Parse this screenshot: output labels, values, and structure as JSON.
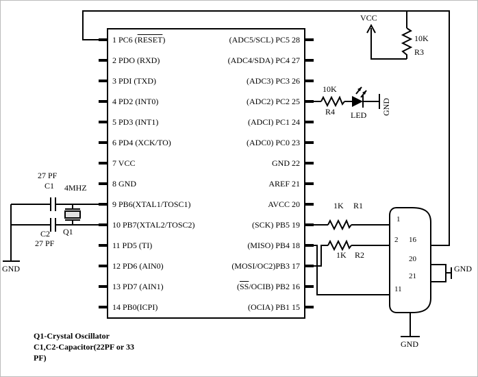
{
  "ic": {
    "left_pins": [
      {
        "pre": "1 PC6 (",
        "over": "RESET",
        "post": ")"
      },
      {
        "text": "2 PDO (RXD)"
      },
      {
        "text": "3 PDI (TXD)"
      },
      {
        "text": "4 PD2 (INT0)"
      },
      {
        "text": "5 PD3 (INT1)"
      },
      {
        "text": "6 PD4 (XCK/TO)"
      },
      {
        "text": "7 VCC"
      },
      {
        "text": "8 GND"
      },
      {
        "text": "9 PB6(XTAL1/TOSC1)"
      },
      {
        "text": "10 PB7(XTAL2/TOSC2)"
      },
      {
        "text": "11 PD5 (TI)"
      },
      {
        "text": "12 PD6 (AIN0)"
      },
      {
        "text": "13 PD7 (AIN1)"
      },
      {
        "text": "14 PB0(ICPI)"
      }
    ],
    "right_pins": [
      {
        "text": "(ADC5/SCL) PC5 28"
      },
      {
        "text": "(ADC4/SDA) PC4 27"
      },
      {
        "text": "(ADC3) PC3 26"
      },
      {
        "text": "(ADC2) PC2 25"
      },
      {
        "text": "(ADCI) PC1 24"
      },
      {
        "text": "(ADC0) PC0 23"
      },
      {
        "text": "GND 22"
      },
      {
        "text": "AREF 21"
      },
      {
        "text": "AVCC 20"
      },
      {
        "text": "(SCK) PB5 19"
      },
      {
        "text": "(MISO) PB4 18"
      },
      {
        "text": "(MOSI/OC2)PB3 17"
      },
      {
        "pre": "(",
        "over": "SS",
        "post": "/OCIB) PB2 16"
      },
      {
        "text": "(OCIA) PB1 15"
      }
    ]
  },
  "components": {
    "r1": {
      "value": "1K",
      "ref": "R1"
    },
    "r2": {
      "value": "1K",
      "ref": "R2"
    },
    "r3": {
      "value": "10K",
      "ref": "R3"
    },
    "r4": {
      "value": "10K",
      "ref": "R4"
    },
    "c1": {
      "value": "27 PF",
      "ref": "C1"
    },
    "c2": {
      "value": "27 PF",
      "ref": "C2"
    },
    "q1": {
      "value": "4MHZ",
      "ref": "Q1"
    },
    "led": {
      "ref": "LED"
    }
  },
  "power": {
    "vcc": "VCC",
    "gnd": "GND"
  },
  "connector": {
    "pin_labels": [
      "1",
      "2",
      "16",
      "20",
      "21",
      "11"
    ]
  },
  "notes": [
    "Q1-Crystal Oscillator",
    "C1,C2-Capacitor(22PF or 33",
    "PF)"
  ],
  "colors": {
    "line": "#000000",
    "background": "#ffffff"
  }
}
